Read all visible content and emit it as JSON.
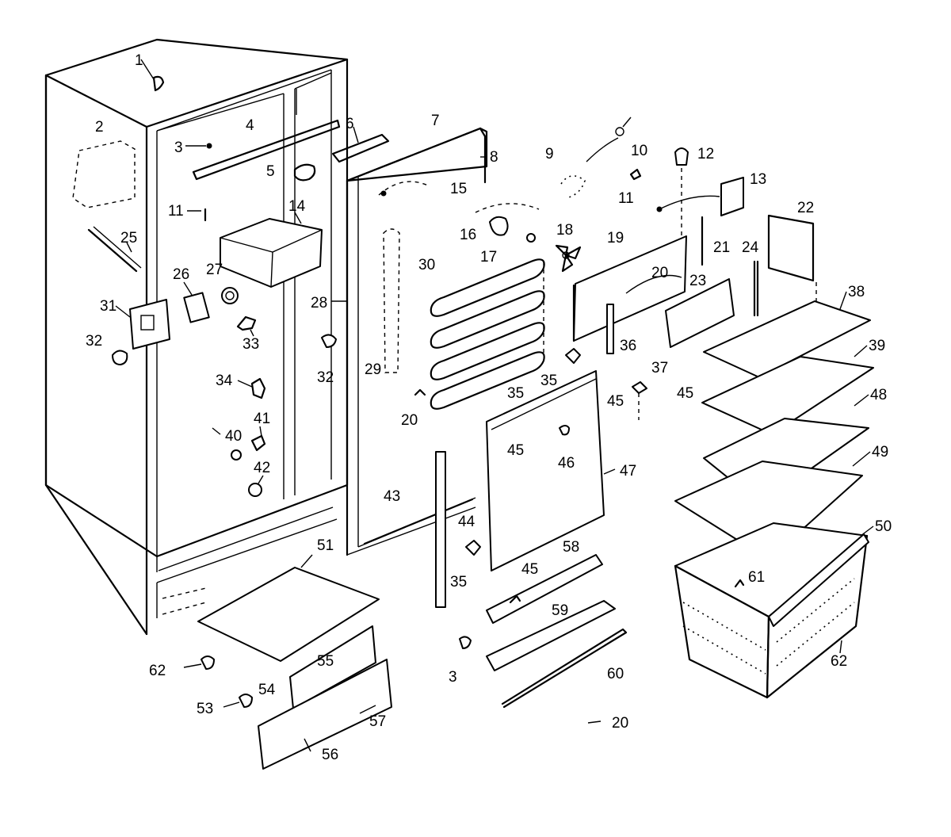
{
  "callouts": [
    {
      "id": "c1",
      "text": "1"
    },
    {
      "id": "c2",
      "text": "2"
    },
    {
      "id": "c3a",
      "text": "3"
    },
    {
      "id": "c4",
      "text": "4"
    },
    {
      "id": "c5",
      "text": "5"
    },
    {
      "id": "c6",
      "text": "6"
    },
    {
      "id": "c7",
      "text": "7"
    },
    {
      "id": "c8",
      "text": "8"
    },
    {
      "id": "c9",
      "text": "9"
    },
    {
      "id": "c10",
      "text": "10"
    },
    {
      "id": "c11a",
      "text": "11"
    },
    {
      "id": "c11b",
      "text": "11"
    },
    {
      "id": "c12",
      "text": "12"
    },
    {
      "id": "c13",
      "text": "13"
    },
    {
      "id": "c14",
      "text": "14"
    },
    {
      "id": "c15",
      "text": "15"
    },
    {
      "id": "c16",
      "text": "16"
    },
    {
      "id": "c17",
      "text": "17"
    },
    {
      "id": "c18",
      "text": "18"
    },
    {
      "id": "c19",
      "text": "19"
    },
    {
      "id": "c20a",
      "text": "20"
    },
    {
      "id": "c20b",
      "text": "20"
    },
    {
      "id": "c20c",
      "text": "20"
    },
    {
      "id": "c21",
      "text": "21"
    },
    {
      "id": "c22",
      "text": "22"
    },
    {
      "id": "c23",
      "text": "23"
    },
    {
      "id": "c24",
      "text": "24"
    },
    {
      "id": "c25",
      "text": "25"
    },
    {
      "id": "c26",
      "text": "26"
    },
    {
      "id": "c27",
      "text": "27"
    },
    {
      "id": "c28",
      "text": "28"
    },
    {
      "id": "c29",
      "text": "29"
    },
    {
      "id": "c30",
      "text": "30"
    },
    {
      "id": "c31",
      "text": "31"
    },
    {
      "id": "c32a",
      "text": "32"
    },
    {
      "id": "c32b",
      "text": "32"
    },
    {
      "id": "c33",
      "text": "33"
    },
    {
      "id": "c34",
      "text": "34"
    },
    {
      "id": "c35a",
      "text": "35"
    },
    {
      "id": "c35b",
      "text": "35"
    },
    {
      "id": "c35c",
      "text": "35"
    },
    {
      "id": "c36",
      "text": "36"
    },
    {
      "id": "c37",
      "text": "37"
    },
    {
      "id": "c38",
      "text": "38"
    },
    {
      "id": "c39",
      "text": "39"
    },
    {
      "id": "c40",
      "text": "40"
    },
    {
      "id": "c41",
      "text": "41"
    },
    {
      "id": "c42",
      "text": "42"
    },
    {
      "id": "c43",
      "text": "43"
    },
    {
      "id": "c44",
      "text": "44"
    },
    {
      "id": "c45a",
      "text": "45"
    },
    {
      "id": "c45b",
      "text": "45"
    },
    {
      "id": "c45c",
      "text": "45"
    },
    {
      "id": "c45d",
      "text": "45"
    },
    {
      "id": "c46",
      "text": "46"
    },
    {
      "id": "c47",
      "text": "47"
    },
    {
      "id": "c48",
      "text": "48"
    },
    {
      "id": "c49",
      "text": "49"
    },
    {
      "id": "c50",
      "text": "50"
    },
    {
      "id": "c51",
      "text": "51"
    },
    {
      "id": "c53",
      "text": "53"
    },
    {
      "id": "c54",
      "text": "54"
    },
    {
      "id": "c55",
      "text": "55"
    },
    {
      "id": "c56",
      "text": "56"
    },
    {
      "id": "c57",
      "text": "57"
    },
    {
      "id": "c58",
      "text": "58"
    },
    {
      "id": "c59",
      "text": "59"
    },
    {
      "id": "c60",
      "text": "60"
    },
    {
      "id": "c61",
      "text": "61"
    },
    {
      "id": "c62a",
      "text": "62"
    },
    {
      "id": "c62b",
      "text": "62"
    },
    {
      "id": "c3b",
      "text": "3"
    }
  ]
}
